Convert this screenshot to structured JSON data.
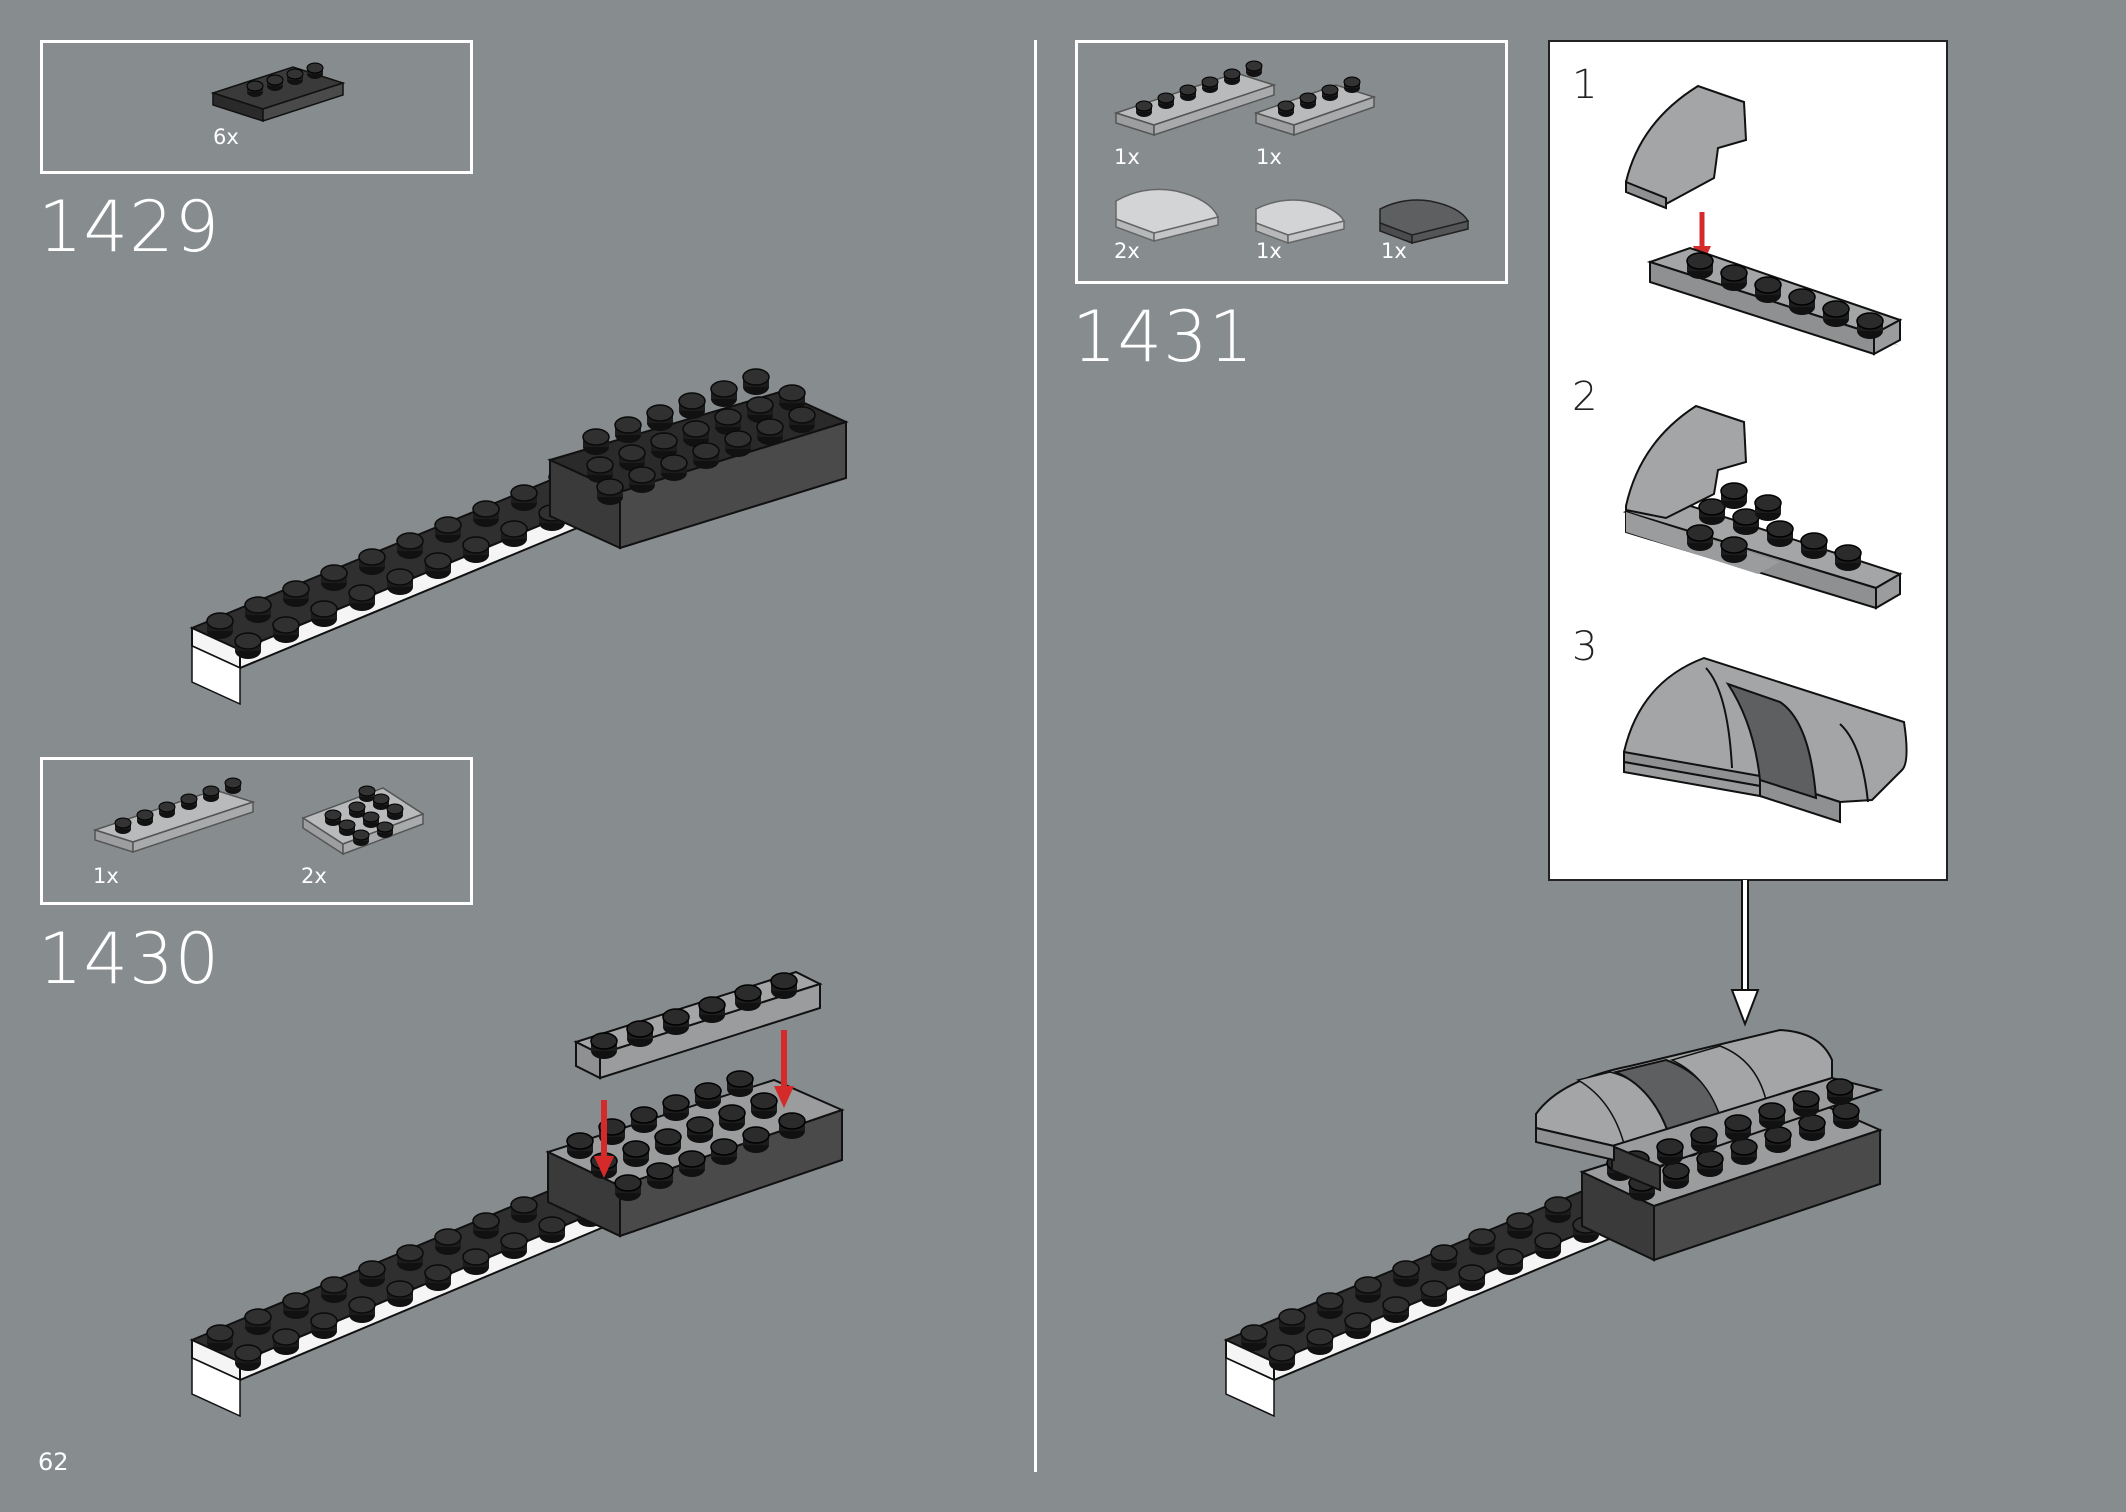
{
  "page": {
    "number": "62"
  },
  "steps": {
    "s1429": {
      "number": "1429",
      "parts": [
        {
          "qty": "6x"
        }
      ]
    },
    "s1430": {
      "number": "1430",
      "parts": [
        {
          "qty": "1x"
        },
        {
          "qty": "2x"
        }
      ]
    },
    "s1431": {
      "number": "1431",
      "parts": [
        {
          "qty": "1x"
        },
        {
          "qty": "1x"
        },
        {
          "qty": "2x"
        },
        {
          "qty": "1x"
        },
        {
          "qty": "1x"
        }
      ],
      "substeps": [
        {
          "label": "1"
        },
        {
          "label": "2"
        },
        {
          "label": "3"
        }
      ]
    }
  },
  "colors": {
    "background": "#878d8f",
    "brick_black": "#2a2a2a",
    "brick_light_gray": "#a3a5a6",
    "brick_dark_gray": "#5d5f60",
    "arrow_red": "#d42a2a",
    "callout_bg": "#ffffff"
  }
}
